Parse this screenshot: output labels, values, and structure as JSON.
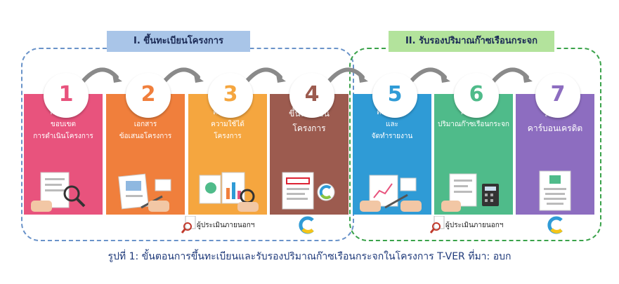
{
  "phases": [
    {
      "label": "I. ขึ้นทะเบียนโครงการ",
      "border_color": "#6a93c9",
      "label_bg": "#a9c5e8"
    },
    {
      "label": "II. รับรองปริมาณก๊าซเรือนกระจก",
      "border_color": "#3aa24a",
      "label_bg": "#b3e39c"
    }
  ],
  "steps": [
    {
      "number": "1",
      "lines": [
        "พิจารณา",
        "ขอบเขต",
        "การดำเนินโครงการ"
      ],
      "color": "#e8537d"
    },
    {
      "number": "2",
      "lines": [
        "จัดทำ",
        "เอกสาร",
        "ข้อเสนอโครงการ"
      ],
      "color": "#f07f3c"
    },
    {
      "number": "3",
      "lines": [
        "ตรวจสอบ",
        "ความใช้ได้",
        "โครงการ"
      ],
      "color": "#f5a63f"
    },
    {
      "number": "4",
      "lines": [
        "ขึ้นทะเบียน",
        "โครงการ"
      ],
      "color": "#9c5b4f"
    },
    {
      "number": "5",
      "lines": [
        "ติดตามผล",
        "และ",
        "จัดทำรายงาน"
      ],
      "color": "#2f9bd6"
    },
    {
      "number": "6",
      "lines": [
        "ทวนสอบ",
        "ปริมาณก๊าซเรือนกระจก"
      ],
      "color": "#4fbb8a"
    },
    {
      "number": "7",
      "lines": [
        "รับรอง",
        "คาร์บอนเครดิต"
      ],
      "color": "#8d6dc0"
    }
  ],
  "assessors": [
    {
      "label": "ผู้ประเมินภายนอกฯ"
    },
    {
      "label": "ผู้ประเมินภายนอกฯ"
    }
  ],
  "caption": "รูปที่ 1: ขั้นตอนการขึ้นทะเบียนและรับรองปริมาณก๊าซเรือนกระจกในโครงการ T-VER ที่มา: อบก",
  "icons": {
    "arrow": "curved-arrow-icon",
    "magnifier": "magnifier-icon",
    "logo": "c-logo-icon"
  }
}
